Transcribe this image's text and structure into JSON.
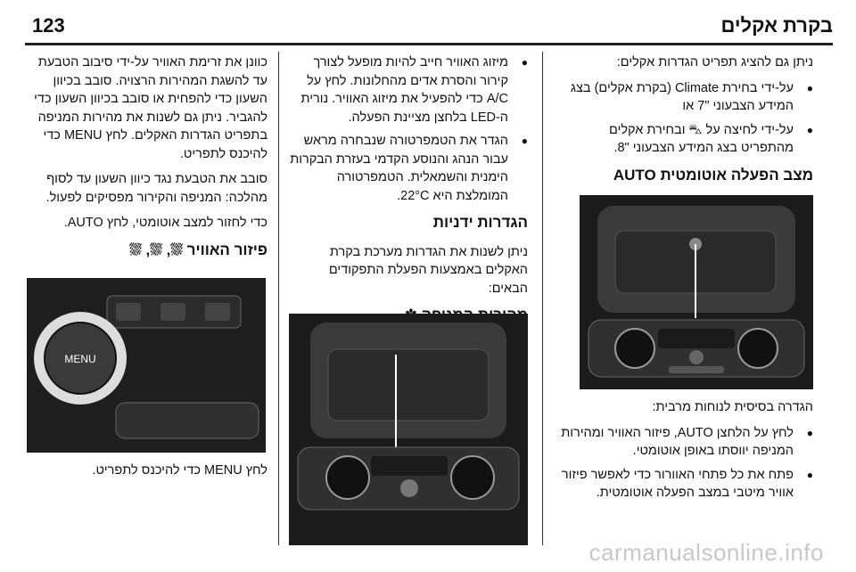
{
  "header": {
    "page_number": "123",
    "title": "בקרת אקלים"
  },
  "right_column": {
    "intro": "ניתן גם להציג תפריט הגדרות אקלים:",
    "bullets": [
      "על-ידי בחירת Climate (בקרת אקלים) בצג המידע הצבעוני \"7 או",
      "על-ידי לחיצה על ⛍ ובחירת אקלים מהתפריט בצג המידע הצבעוני \"8."
    ],
    "heading": "מצב הפעלה אוטומטית AUTO",
    "caption": "הגדרה בסיסית לנוחות מרבית:",
    "bullets2": [
      "לחץ על הלחצן AUTO, פיזור האוויר ומהירות המניפה יווסתו באופן אוטומטי.",
      "פתח את כל פתחי האוורור כדי לאפשר פיזור אוויר מיטבי במצב הפעלה אוטומטית."
    ]
  },
  "middle_column": {
    "bullets": [
      "מיזוג האוויר חייב להיות מופעל לצורך קירור והסרת אדים מהחלונות. לחץ על A/C כדי להפעיל את מיזוג האוויר. נורית ה-LED בלחצן מציינת הפעלה.",
      "הגדר את הטמפרטורה שנבחרה מראש עבור הנהג והנוסע הקדמי בעזרת הבקרות הימנית והשמאלית. הטמפרטורה המומלצת היא 22°C."
    ],
    "heading": "הגדרות ידניות",
    "paragraph": "ניתן לשנות את הגדרות מערכת בקרת האקלים באמצעות הפעלת התפקודים הבאים:",
    "fan_heading": "מהירות המניפה ✽"
  },
  "left_column": {
    "paragraph1": "כוונן את זרימת האוויר על-ידי סיבוב הטבעת עד להשגת המהירות הרצויה. סובב בכיוון השעון כדי להפחית או סובב בכיוון השעון כדי להגביר. ניתן גם לשנות את מהירות המניפה בתפריט הגדרות האקלים. לחץ MENU כדי להיכנס לתפריט.",
    "paragraph2": "סובב את הטבעת נגד כיוון השעון עד לסוף מהלכה: המניפה והקירור מפסיקים לפעול.",
    "paragraph3": "כדי לחזור למצב אוטומטי, לחץ AUTO.",
    "heading": "פיזור האוויר ⛆, ⛆, ⛆",
    "caption": "לחץ MENU כדי להיכנס לתפריט."
  },
  "images": {
    "knob_label": "MENU"
  },
  "watermark": "carmanualsonline.info"
}
